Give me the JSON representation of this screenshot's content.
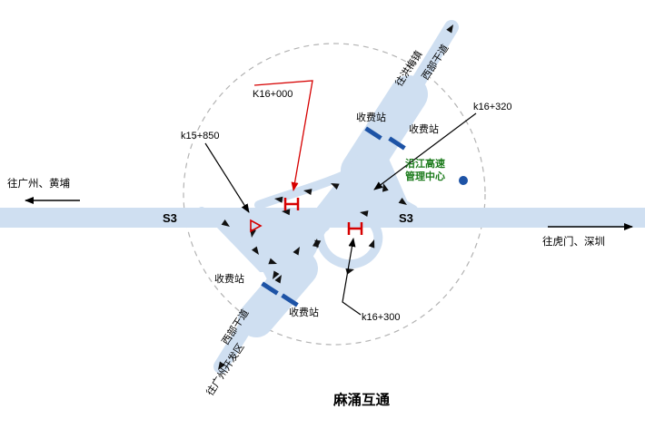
{
  "diagram": {
    "title": "麻涌互通",
    "s3_left": "S3",
    "s3_right": "S3",
    "dir_left": "往广州、黄埔",
    "dir_right": "往虎门、深圳",
    "dest_top": "往洪梅镇",
    "dest_bottom": "往广州开发区",
    "road_name_top": "西部干道",
    "road_name_bottom": "西部干道",
    "toll_top_left": "收费站",
    "toll_top_right": "收费站",
    "toll_bottom_left": "收费站",
    "toll_bottom_right": "收费站",
    "mgmt_line1": "沿江高速",
    "mgmt_line2": "管理中心",
    "k16_000": "K16+000",
    "k15_850": "k15+850",
    "k16_320": "k16+320",
    "k16_300": "k16+300"
  },
  "colors": {
    "road": "#cfdff1",
    "toll_bar": "#1d53a6",
    "red": "#d60000",
    "green": "#1a7a1a",
    "dot_blue": "#1d53a6",
    "circle_dash": "#b3b3b3"
  }
}
